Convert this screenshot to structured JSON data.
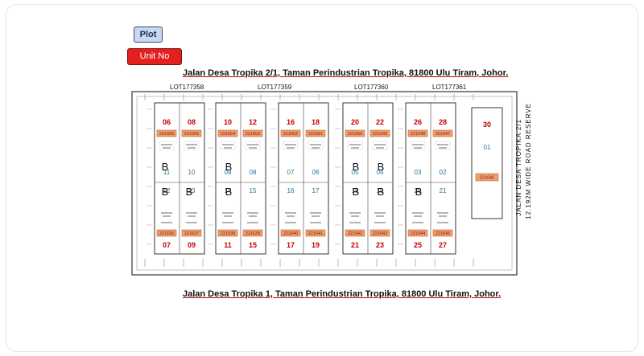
{
  "legend": {
    "plot_label": "Plot",
    "unit_label": "Unit No"
  },
  "roads": {
    "top": "Jalan Desa Tropika 2/1, Taman Perindustrian Tropika, 81800 Ulu Tiram, Johor.",
    "bottom": "Jalan Desa Tropika 1, Taman Perindustrian Tropika, 81800 Ulu Tiram, Johor.",
    "side_1": "JALAN DESA TROPIKA 2/1",
    "side_2": "12.192M WIDE ROAD RESERVE"
  },
  "lots": [
    "LOT177358",
    "LOT177359",
    "LOT177360",
    "LOT177361"
  ],
  "blocks": [
    {
      "top_units": [
        "06",
        "08"
      ],
      "top_tags": [
        "221656",
        "221655"
      ],
      "top_plots": [
        "11",
        "10"
      ],
      "bottom_plots": [
        "12",
        "13"
      ],
      "bottom_tags": [
        "221636",
        "221637"
      ],
      "bottom_units": [
        "07",
        "09"
      ]
    },
    {
      "top_units": [
        "10",
        "12"
      ],
      "top_tags": [
        "221654",
        "221653"
      ],
      "top_plots": [
        "09",
        "08"
      ],
      "bottom_plots": [
        "14",
        "15"
      ],
      "bottom_tags": [
        "221638",
        "221639"
      ],
      "bottom_units": [
        "11",
        "15"
      ]
    },
    {
      "top_units": [
        "16",
        "18"
      ],
      "top_tags": [
        "221652",
        "221651"
      ],
      "top_plots": [
        "07",
        "06"
      ],
      "bottom_plots": [
        "16",
        "17"
      ],
      "bottom_tags": [
        "221640",
        "221641"
      ],
      "bottom_units": [
        "17",
        "19"
      ]
    },
    {
      "top_units": [
        "20",
        "22"
      ],
      "top_tags": [
        "221650",
        "221649"
      ],
      "top_plots": [
        "05",
        "04"
      ],
      "bottom_plots": [
        "18",
        "19"
      ],
      "bottom_tags": [
        "221642",
        "221643"
      ],
      "bottom_units": [
        "21",
        "23"
      ]
    },
    {
      "top_units": [
        "26",
        "28"
      ],
      "top_tags": [
        "221648",
        "221647"
      ],
      "top_plots": [
        "03",
        "02"
      ],
      "bottom_plots": [
        "20",
        "21"
      ],
      "bottom_tags": [
        "221644",
        "221645"
      ],
      "bottom_units": [
        "25",
        "27"
      ]
    }
  ],
  "zone_b_markers": [
    "B",
    "B",
    "B",
    "B",
    "B",
    "B",
    "B",
    "B",
    "B",
    "B"
  ],
  "individual": {
    "unit": "30",
    "plot": "01",
    "tag": "221646"
  },
  "colors": {
    "tag_fill": "#f0a070",
    "tag_border": "#b0501a",
    "unit_text": "#c00000",
    "plot_text": "#2e6e96",
    "legend_plot": "#c8d9ef",
    "legend_unit": "#e32020"
  }
}
